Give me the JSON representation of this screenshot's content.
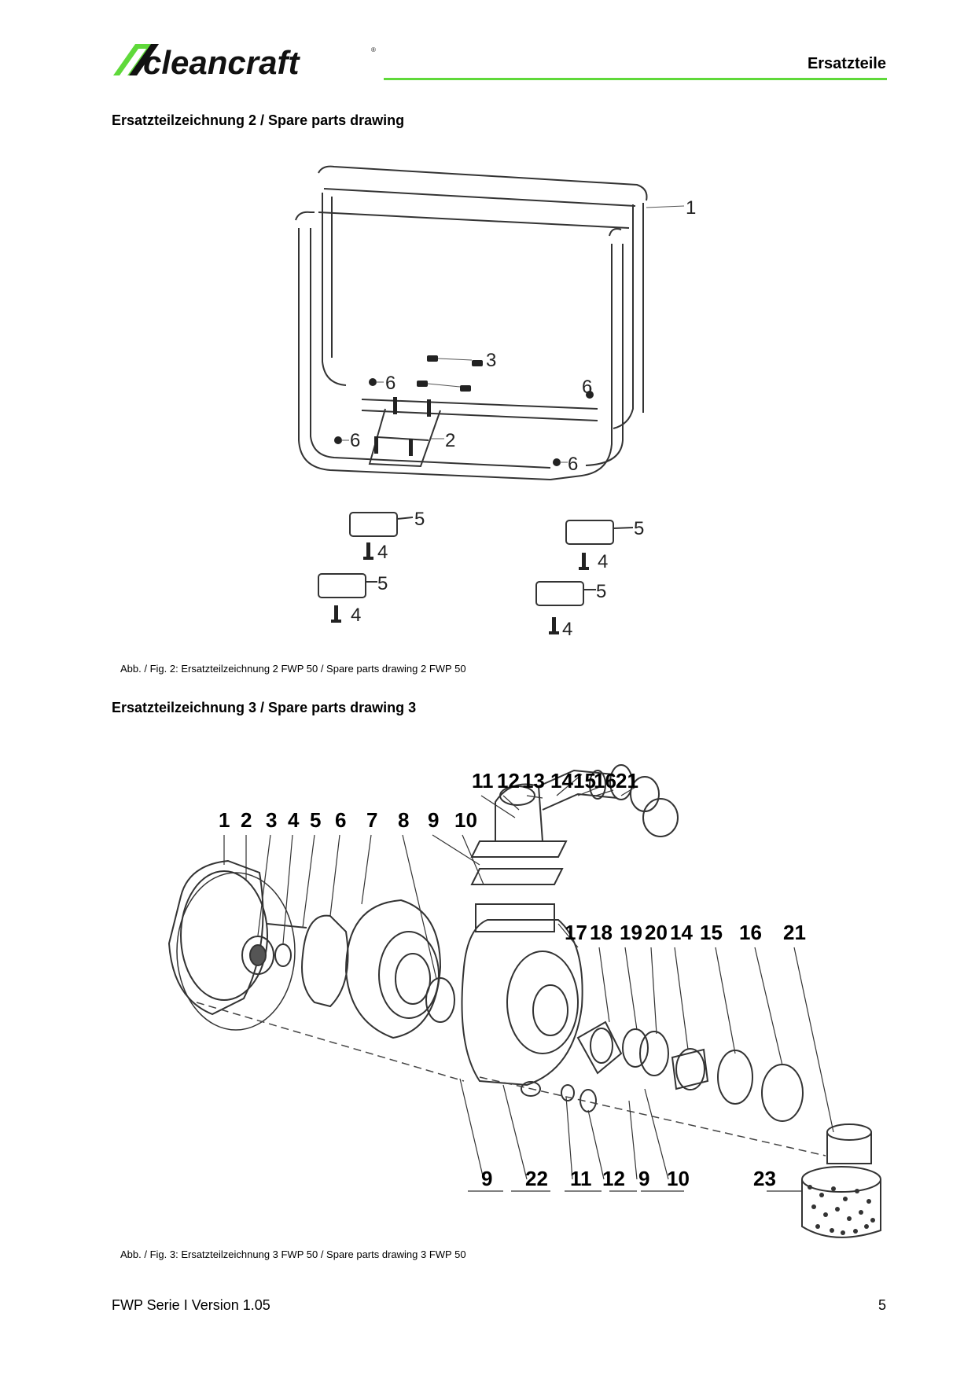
{
  "header": {
    "logo_text": "cleancraft",
    "title": "Ersatzteile",
    "accent_color": "#5fd93a"
  },
  "section2": {
    "title": "Ersatzteilzeichnung 2 / Spare parts drawing",
    "caption": "Abb. / Fig. 2: Ersatzteilzeichnung 2 FWP 50 / Spare parts drawing 2 FWP 50",
    "callouts": [
      "1",
      "3",
      "6",
      "6",
      "2",
      "6",
      "6",
      "5",
      "4",
      "5",
      "4",
      "5",
      "4",
      "5",
      "4"
    ]
  },
  "section3": {
    "title": "Ersatzteilzeichnung 3 / Spare parts drawing 3",
    "caption": "Abb. / Fig. 3: Ersatzteilzeichnung 3 FWP 50 / Spare parts drawing 3 FWP 50",
    "callouts_top": [
      "11",
      "12",
      "13",
      "14",
      "15",
      "16",
      "21"
    ],
    "callouts_left": [
      "1",
      "2",
      "3",
      "4",
      "5",
      "6",
      "7",
      "8",
      "9",
      "10"
    ],
    "callouts_mid": [
      "17",
      "18",
      "19",
      "20",
      "14",
      "15",
      "16",
      "21"
    ],
    "callouts_bottom": [
      "9",
      "22",
      "11",
      "12",
      "9",
      "10",
      "23"
    ]
  },
  "footer": {
    "left": "FWP Serie I Version 1.05",
    "page_number": "5"
  }
}
